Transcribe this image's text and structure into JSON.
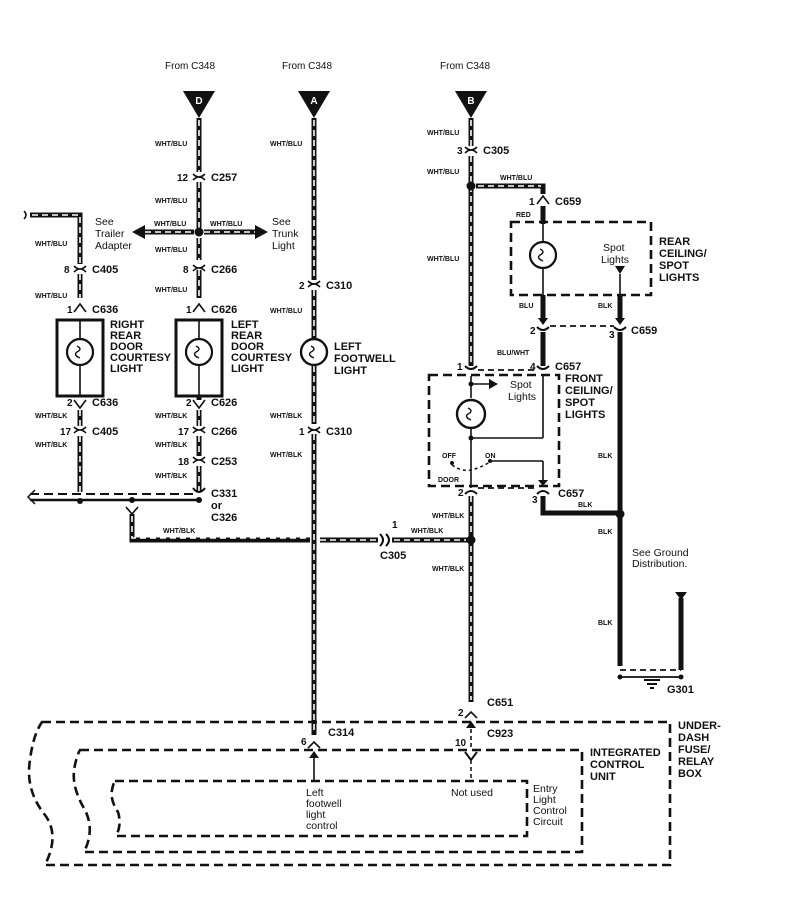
{
  "sources": [
    {
      "label": "From C348",
      "letter": "D"
    },
    {
      "label": "From C348",
      "letter": "A"
    },
    {
      "label": "From C348",
      "letter": "B"
    }
  ],
  "wire_colors": {
    "wht_blu": "WHT/BLU",
    "wht_blk": "WHT/BLK",
    "red": "RED",
    "blu": "BLU",
    "blk": "BLK",
    "blu_wht": "BLU/WHT"
  },
  "connectors": {
    "c257": {
      "pin": "12",
      "name": "C257"
    },
    "c405_top": {
      "pin": "8",
      "name": "C405"
    },
    "c266_top": {
      "pin": "8",
      "name": "C266"
    },
    "c636_top": {
      "pin": "1",
      "name": "C636"
    },
    "c626_top": {
      "pin": "1",
      "name": "C626"
    },
    "c310_top": {
      "pin": "2",
      "name": "C310"
    },
    "c636_bot": {
      "pin": "2",
      "name": "C636"
    },
    "c626_bot": {
      "pin": "2",
      "name": "C626"
    },
    "c405_bot": {
      "pin": "17",
      "name": "C405"
    },
    "c266_bot": {
      "pin": "17",
      "name": "C266"
    },
    "c310_bot": {
      "pin": "1",
      "name": "C310"
    },
    "c253": {
      "pin": "18",
      "name": "C253"
    },
    "c331": {
      "name": "C331",
      "or": "or",
      "alt": "C326"
    },
    "c305_top": {
      "pin": "3",
      "name": "C305"
    },
    "c305_mid": {
      "pin": "1",
      "name": "C305"
    },
    "c659_top": {
      "pin": "1",
      "name": "C659"
    },
    "c659_mid": {
      "pin_left": "2",
      "pin_right": "3",
      "name": "C659"
    },
    "c657_top": {
      "pin_left": "1",
      "pin_right": "4",
      "name": "C657"
    },
    "c657_bot": {
      "pin_left": "2",
      "pin_right": "3",
      "name": "C657"
    },
    "c651": {
      "pin": "2",
      "name": "C651"
    },
    "c314": {
      "pin": "6",
      "name": "C314"
    },
    "c923": {
      "pin": "10",
      "name": "C923"
    }
  },
  "components": {
    "right_rear": [
      "RIGHT",
      "REAR",
      "DOOR",
      "COURTESY",
      "LIGHT"
    ],
    "left_rear": [
      "LEFT",
      "REAR",
      "DOOR",
      "COURTESY",
      "LIGHT"
    ],
    "left_footwell": [
      "LEFT",
      "FOOTWELL",
      "LIGHT"
    ],
    "rear_ceiling": [
      "REAR",
      "CEILING/",
      "SPOT",
      "LIGHTS"
    ],
    "front_ceiling": [
      "FRONT",
      "CEILING/",
      "SPOT",
      "LIGHTS"
    ],
    "icu": [
      "INTEGRATED",
      "CONTROL",
      "UNIT"
    ],
    "fuse_box": [
      "UNDER-",
      "DASH",
      "FUSE/",
      "RELAY",
      "BOX"
    ],
    "entry_circuit": [
      "Entry",
      "Light",
      "Control",
      "Circuit"
    ]
  },
  "notes": {
    "trailer": [
      "See",
      "Trailer",
      "Adapter"
    ],
    "trunk": [
      "See",
      "Trunk",
      "Light"
    ],
    "spot_rear": [
      "Spot",
      "Lights"
    ],
    "spot_front": [
      "Spot",
      "Lights"
    ],
    "ground_dist": [
      "See Ground",
      "Distribution."
    ],
    "footwell_ctrl": [
      "Left",
      "footwell",
      "light",
      "control"
    ],
    "not_used": "Not used",
    "switch_off": "OFF",
    "switch_on": "ON",
    "switch_door": "DOOR",
    "ground": "G301"
  }
}
